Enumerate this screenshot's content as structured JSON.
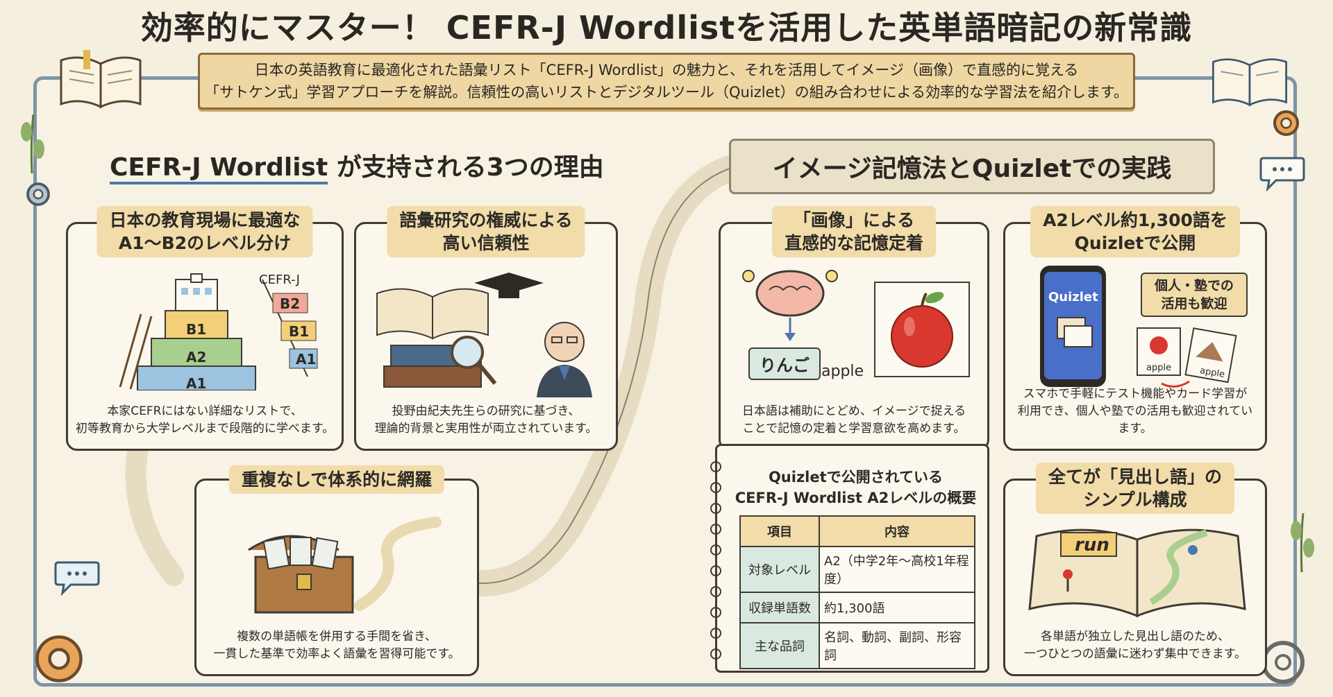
{
  "title": "効率的にマスター！ CEFR-J Wordlistを活用した英単語暗記の新常識",
  "banner": {
    "line1": "日本の英語教育に最適化された語彙リスト「CEFR-J Wordlist」の魅力と、それを活用してイメージ（画像）で直感的に覚える",
    "line2": "「サトケン式」学習アプローチを解説。信頼性の高いリストとデジタルツール（Quizlet）の組み合わせによる効率的な学習法を紹介します。"
  },
  "left_section": {
    "title_part1": "CEFR-J Wordlist",
    "title_part2": " が支持される3つの理由",
    "cards": [
      {
        "title_l1": "日本の教育現場に最適な",
        "title_l2": "A1〜B2のレベル分け",
        "desc_l1": "本家CEFRにはない詳細なリストで、",
        "desc_l2": "初等教育から大学レベルまで段階的に学べます。",
        "levels": [
          "A1",
          "A2",
          "B1"
        ],
        "side_title": "CEFR-J",
        "side_levels": [
          "B2",
          "B1",
          "A1"
        ]
      },
      {
        "title_l1": "語彙研究の権威による",
        "title_l2": "高い信頼性",
        "desc_l1": "投野由紀夫先生らの研究に基づき、",
        "desc_l2": "理論的背景と実用性が両立されています。"
      },
      {
        "title_l1": "重複なしで体系的に網羅",
        "desc_l1": "複数の単語帳を併用する手間を省き、",
        "desc_l2": "一貫した基準で効率よく語彙を習得可能です。"
      }
    ]
  },
  "right_section": {
    "title": "イメージ記憶法とQuizletでの実践",
    "cards": [
      {
        "title_l1": "「画像」による",
        "title_l2": "直感的な記憶定着",
        "jp_word": "りんご",
        "en_word": "apple",
        "desc_l1": "日本語は補助にとどめ、イメージで捉える",
        "desc_l2": "ことで記憶の定着と学習意欲を高めます。"
      },
      {
        "title_l1": "A2レベル約1,300語を",
        "title_l2": "Quizletで公開",
        "app_name": "Quizlet",
        "badge_l1": "個人・塾での",
        "badge_l2": "活用も歓迎",
        "card_word_1": "apple",
        "card_word_2": "apple",
        "desc_l1": "スマホで手軽にテスト機能やカード学習が",
        "desc_l2": "利用でき、個人や塾での活用も歓迎されています。"
      },
      {
        "title_l1": "全てが「見出し語」の",
        "title_l2": "シンプル構成",
        "book_word": "run",
        "desc_l1": "各単語が独立した見出し語のため、",
        "desc_l2": "一つひとつの語彙に迷わず集中できます。"
      }
    ],
    "table": {
      "title_l1": "Quizletで公開されている",
      "title_l2": "CEFR-J Wordlist A2レベルの概要",
      "headers": [
        "項目",
        "内容"
      ],
      "rows": [
        [
          "対象レベル",
          "A2（中学2年〜高校1年程度）"
        ],
        [
          "収録単語数",
          "約1,300語"
        ],
        [
          "主な品詞",
          "名詞、動詞、副詞、形容詞"
        ]
      ]
    }
  },
  "colors": {
    "background": "#f5efe0",
    "frame": "#7e95a6",
    "card_title_bg": "#f1dcaa",
    "accent_blue": "#4b78a8",
    "level_a1": "#9cc3df",
    "level_a2": "#a9cf8f",
    "level_b1": "#f2cf78"
  },
  "icons": [
    "open-book-icon",
    "gear-icon",
    "speech-bubble-icon",
    "brain-icon",
    "lightbulb-icon",
    "apple-icon",
    "graduation-cap-icon",
    "magnifier-icon",
    "treasure-chest-icon",
    "smartphone-icon",
    "leaf-icon"
  ]
}
